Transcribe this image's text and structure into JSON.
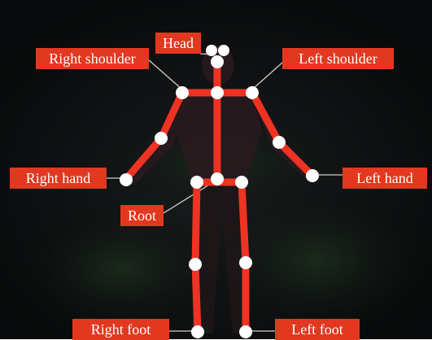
{
  "colors": {
    "skeleton": "#ee3322",
    "label_bg": "#e2381f",
    "label_text": "#ffffff",
    "joint": "#ffffff",
    "leader": "#cfcfcf",
    "background": "#0a0c0d"
  },
  "labels": {
    "head": "Head",
    "right_shoulder": "Right shoulder",
    "left_shoulder": "Left shoulder",
    "right_hand": "Right hand",
    "left_hand": "Left hand",
    "root": "Root",
    "right_foot": "Right foot",
    "left_foot": "Left foot"
  }
}
